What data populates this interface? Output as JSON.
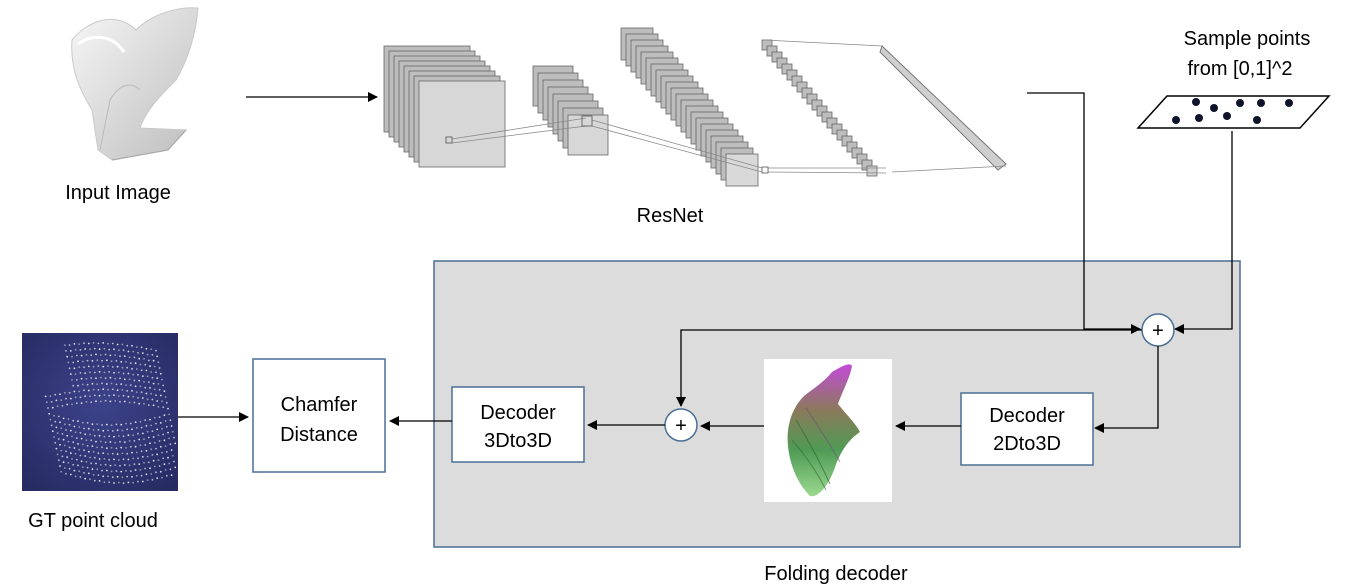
{
  "labels": {
    "input_image": "Input Image",
    "resnet": "ResNet",
    "sample_points_line1": "Sample points",
    "sample_points_line2": "from [0,1]^2",
    "gt_point_cloud": "GT point cloud",
    "folding_decoder": "Folding decoder"
  },
  "boxes": {
    "chamfer_line1": "Chamfer",
    "chamfer_line2": "Distance",
    "dec3d_line1": "Decoder",
    "dec3d_line2": "3Dto3D",
    "dec2d_line1": "Decoder",
    "dec2d_line2": "2Dto3D"
  },
  "operators": {
    "plus": "+"
  },
  "colors": {
    "panel_fill": "#dcdcdc",
    "panel_border": "#4a6f95",
    "box_border": "#4a6f95",
    "gt_background": "#2f3576"
  }
}
